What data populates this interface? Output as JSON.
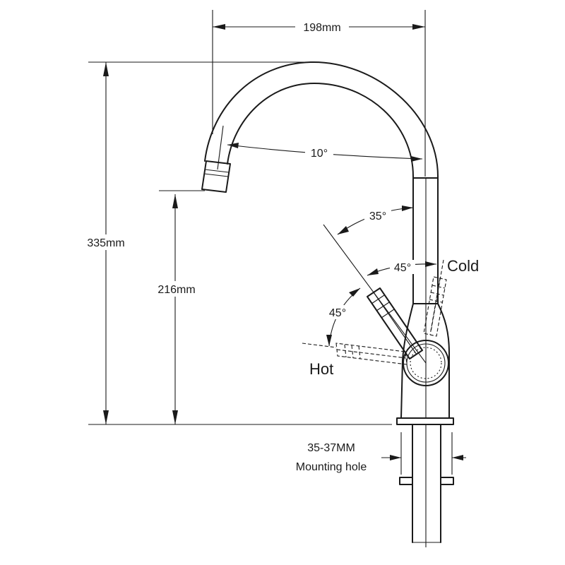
{
  "diagram": {
    "subject": "faucet-technical-drawing",
    "dimensions": {
      "width_top": "198mm",
      "total_height": "335mm",
      "spout_height": "216mm",
      "mounting_hole_size": "35-37MM",
      "mounting_hole_label": "Mounting hole"
    },
    "angles": {
      "spout_tilt": "10°",
      "handle_swing": "35°",
      "cold_angle": "45°",
      "hot_angle": "45°"
    },
    "labels": {
      "cold": "Cold",
      "hot": "Hot"
    }
  }
}
